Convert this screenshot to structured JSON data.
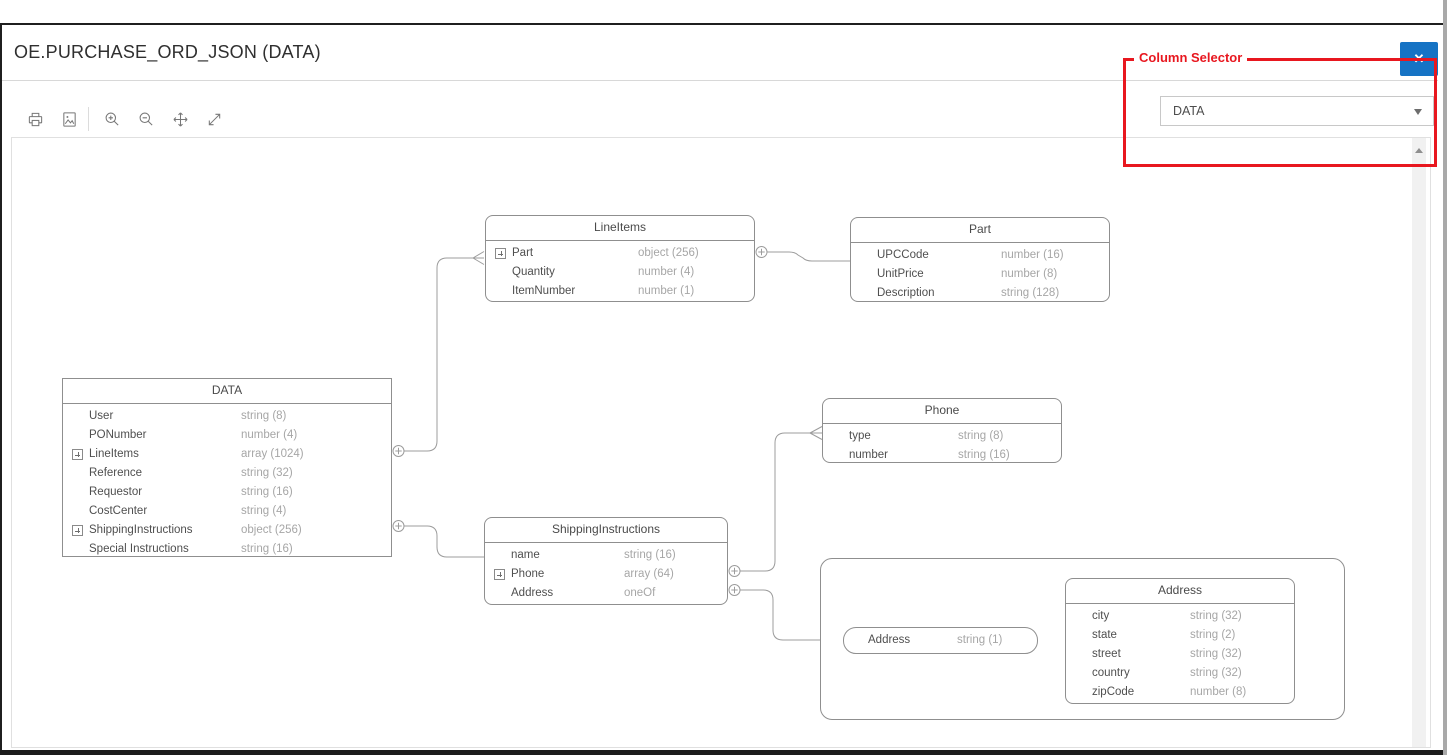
{
  "window": {
    "title": "OE.PURCHASE_ORD_JSON (DATA)"
  },
  "toolbar": {
    "icons": [
      "print",
      "export-image",
      "zoom-in",
      "zoom-out",
      "pan",
      "expand"
    ]
  },
  "column_selector": {
    "annotation_label": "Column Selector",
    "value": "DATA",
    "annotation_color": "#e8171f"
  },
  "close_button": {
    "icon": "✕",
    "color": "#1673c4"
  },
  "diagram": {
    "entities": [
      {
        "title": "DATA",
        "fields": [
          {
            "name": "User",
            "type": "string (8)"
          },
          {
            "name": "PONumber",
            "type": "number (4)"
          },
          {
            "name": "LineItems",
            "type": "array (1024)",
            "expandable": true
          },
          {
            "name": "Reference",
            "type": "string (32)"
          },
          {
            "name": "Requestor",
            "type": "string (16)"
          },
          {
            "name": "CostCenter",
            "type": "string (4)"
          },
          {
            "name": "ShippingInstructions",
            "type": "object (256)",
            "expandable": true
          },
          {
            "name": "Special Instructions",
            "type": "string (16)"
          }
        ]
      },
      {
        "title": "LineItems",
        "fields": [
          {
            "name": "Part",
            "type": "object (256)",
            "expandable": true
          },
          {
            "name": "Quantity",
            "type": "number (4)"
          },
          {
            "name": "ItemNumber",
            "type": "number (1)"
          }
        ]
      },
      {
        "title": "Part",
        "fields": [
          {
            "name": "UPCCode",
            "type": "number (16)"
          },
          {
            "name": "UnitPrice",
            "type": "number (8)"
          },
          {
            "name": "Description",
            "type": "string (128)"
          }
        ]
      },
      {
        "title": "Phone",
        "fields": [
          {
            "name": "type",
            "type": "string (8)"
          },
          {
            "name": "number",
            "type": "string (16)"
          }
        ]
      },
      {
        "title": "ShippingInstructions",
        "fields": [
          {
            "name": "name",
            "type": "string (16)"
          },
          {
            "name": "Phone",
            "type": "array (64)",
            "expandable": true
          },
          {
            "name": "Address",
            "type": "oneOf"
          }
        ]
      },
      {
        "title": "",
        "fields": [
          {
            "name": "Address",
            "type": "string (1)"
          }
        ]
      },
      {
        "title": "Address",
        "fields": [
          {
            "name": "city",
            "type": "string (32)"
          },
          {
            "name": "state",
            "type": "string (2)"
          },
          {
            "name": "street",
            "type": "string (32)"
          },
          {
            "name": "country",
            "type": "string (32)"
          },
          {
            "name": "zipCode",
            "type": "number (8)"
          }
        ]
      }
    ]
  }
}
